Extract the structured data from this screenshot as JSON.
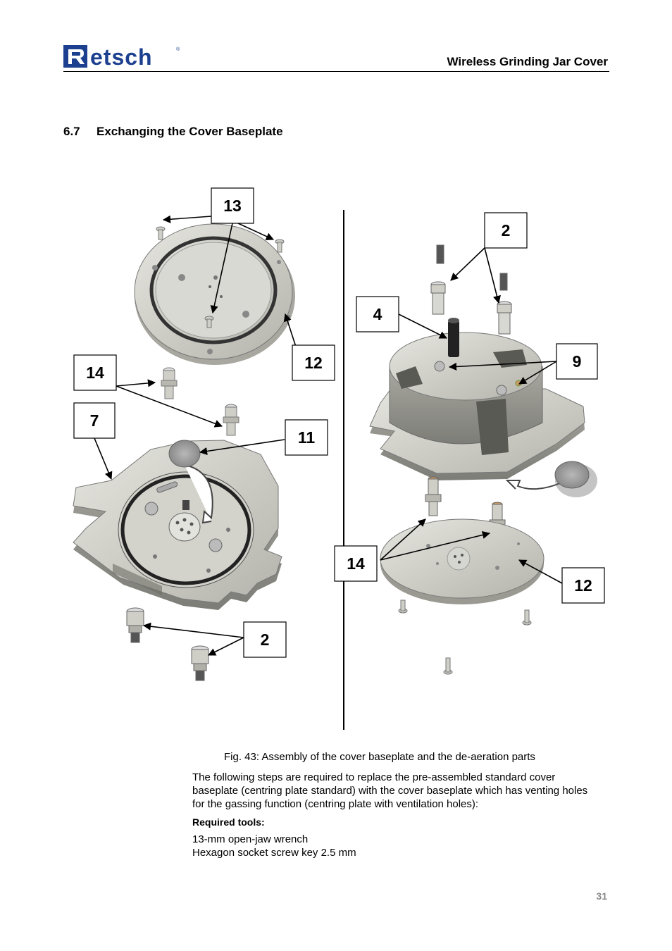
{
  "header": {
    "logo_text": "Retsch",
    "title": "Wireless Grinding Jar Cover"
  },
  "section": {
    "number": "6.7",
    "title": "Exchanging the Cover Baseplate"
  },
  "figure": {
    "callouts": {
      "c13": "13",
      "c12a": "12",
      "c14a": "14",
      "c7": "7",
      "c11": "11",
      "c2a": "2",
      "c2b": "2",
      "c4": "4",
      "c9": "9",
      "c14b": "14",
      "c12b": "12"
    },
    "caption": "Fig. 43: Assembly of the cover baseplate and the de-aeration parts"
  },
  "body": {
    "paragraph": "The following steps are required to replace the pre-assembled standard cover baseplate (centring plate standard)  with the cover baseplate which has venting holes for the gassing function (centring plate with ventilation holes):",
    "tools_heading": "Required tools:",
    "tools": [
      "13-mm open-jaw wrench",
      "Hexagon socket screw key 2.5 mm"
    ]
  },
  "page_number": "31",
  "colors": {
    "brand": "#1c3f8f",
    "part_grey": "#cfcfc8",
    "part_dark": "#8a8a84"
  }
}
